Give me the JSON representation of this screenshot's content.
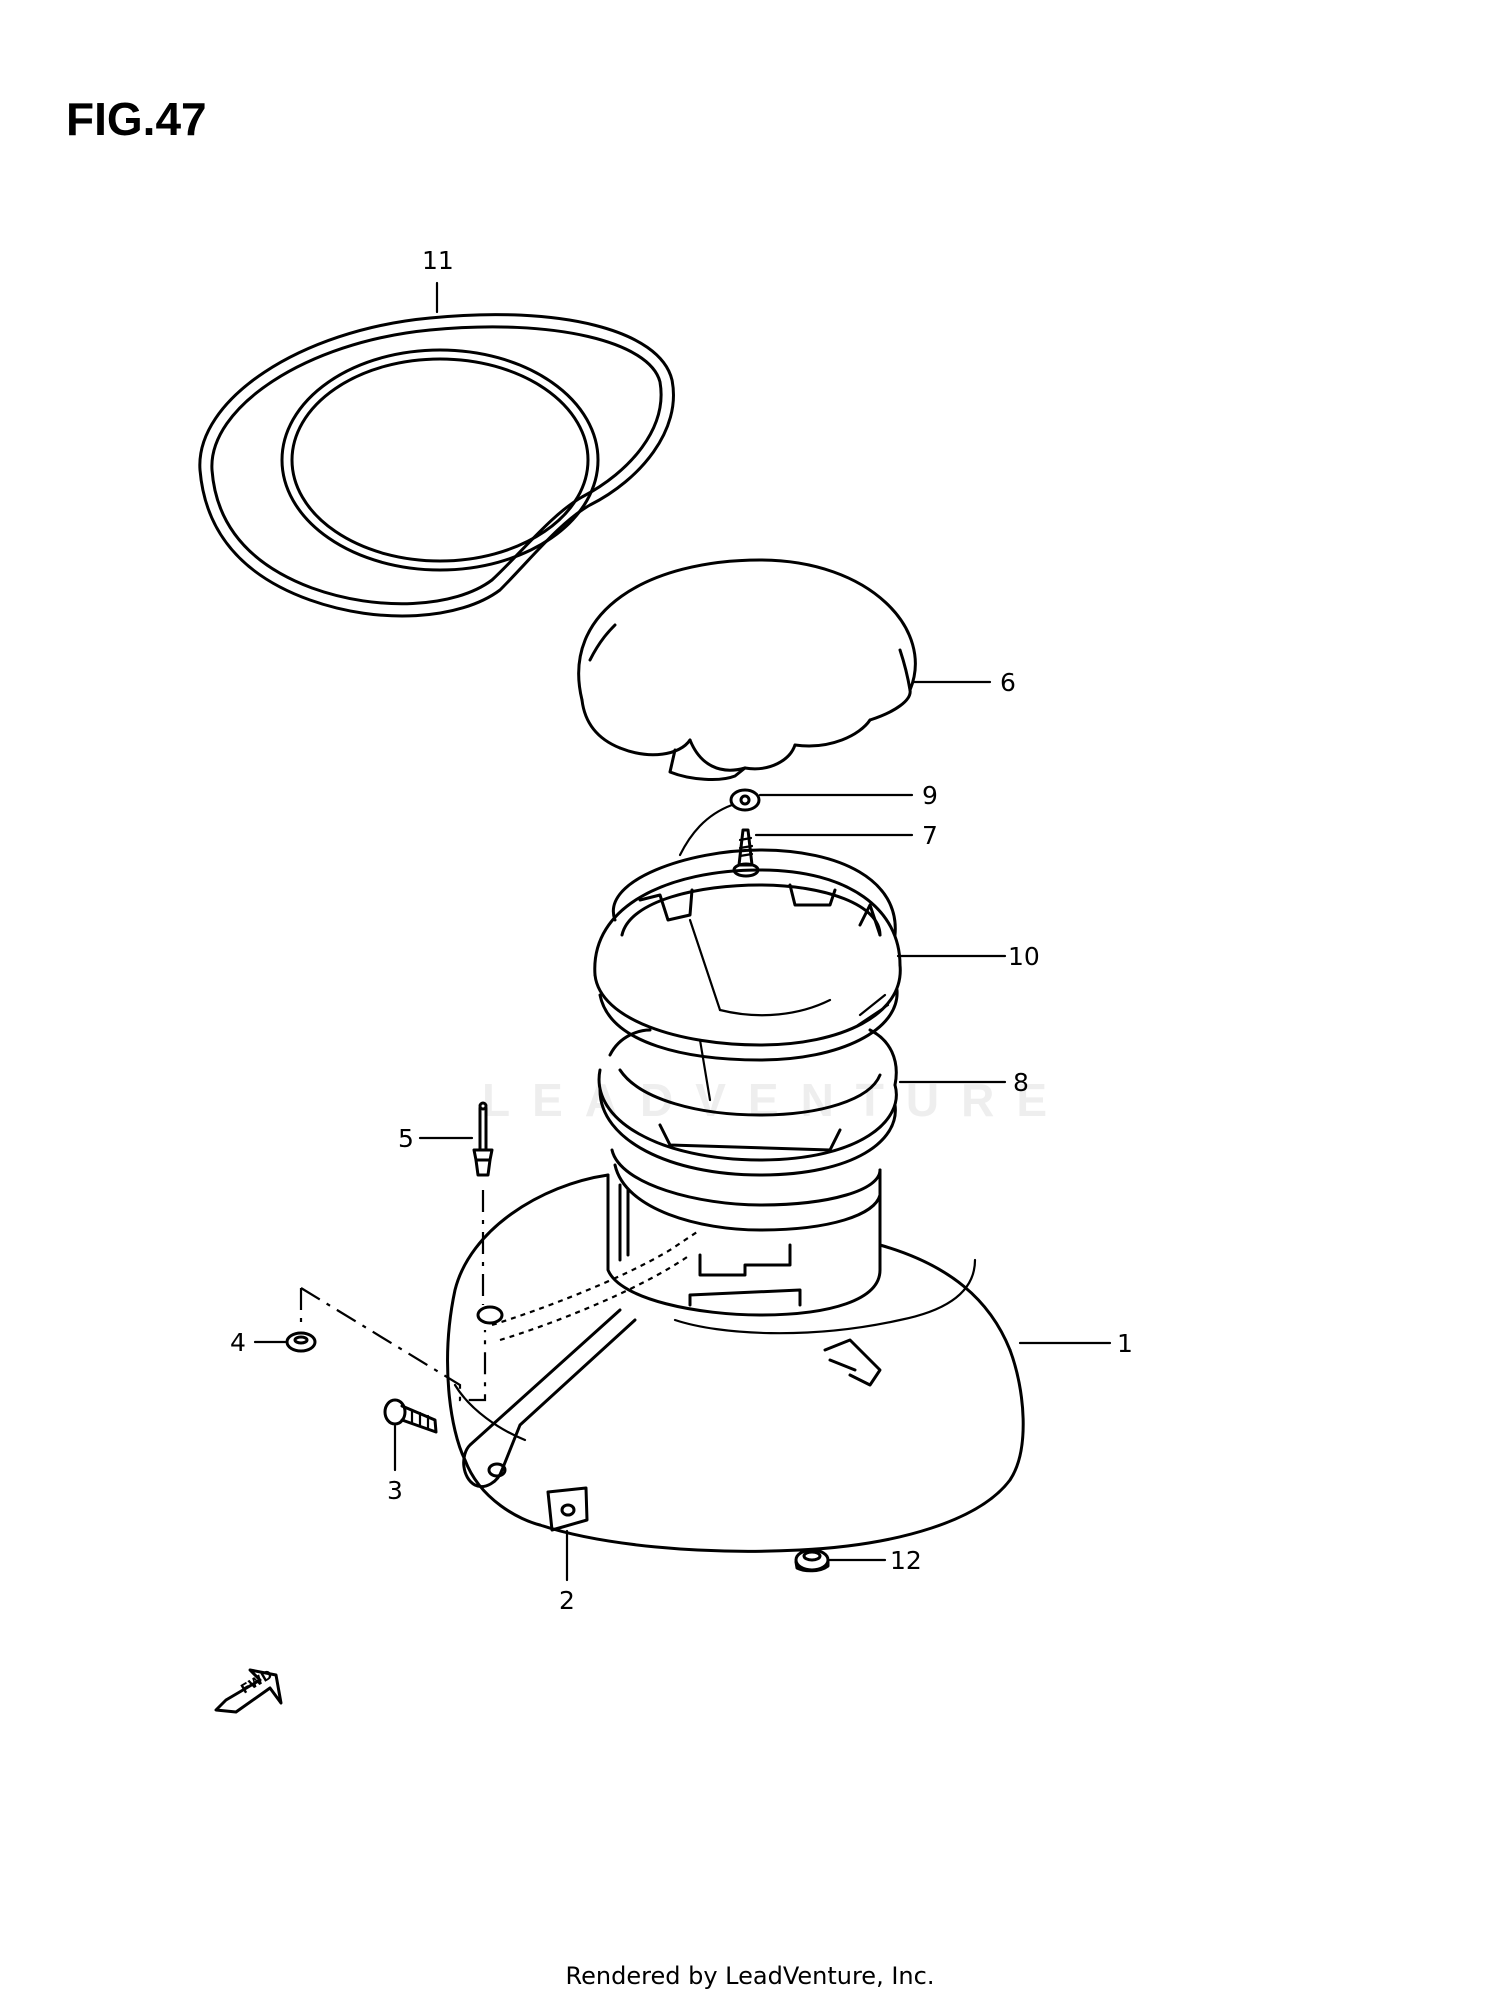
{
  "figure": {
    "title": "FIG.47"
  },
  "watermark": "LEADVENTURE",
  "callouts": [
    {
      "id": "11",
      "label": "11"
    },
    {
      "id": "6",
      "label": "6"
    },
    {
      "id": "9",
      "label": "9"
    },
    {
      "id": "7",
      "label": "7"
    },
    {
      "id": "10",
      "label": "10"
    },
    {
      "id": "8",
      "label": "8"
    },
    {
      "id": "5",
      "label": "5"
    },
    {
      "id": "1",
      "label": "1"
    },
    {
      "id": "4",
      "label": "4"
    },
    {
      "id": "3",
      "label": "3"
    },
    {
      "id": "12",
      "label": "12"
    },
    {
      "id": "2",
      "label": "2"
    }
  ],
  "fwd_label": "FWD",
  "footer": {
    "credit": "Rendered by LeadVenture, Inc."
  },
  "colors": {
    "line": "#000000",
    "background": "#ffffff",
    "watermark": "#eeeeee"
  },
  "icons": {
    "forward-arrow": "fwd-arrow-icon"
  }
}
